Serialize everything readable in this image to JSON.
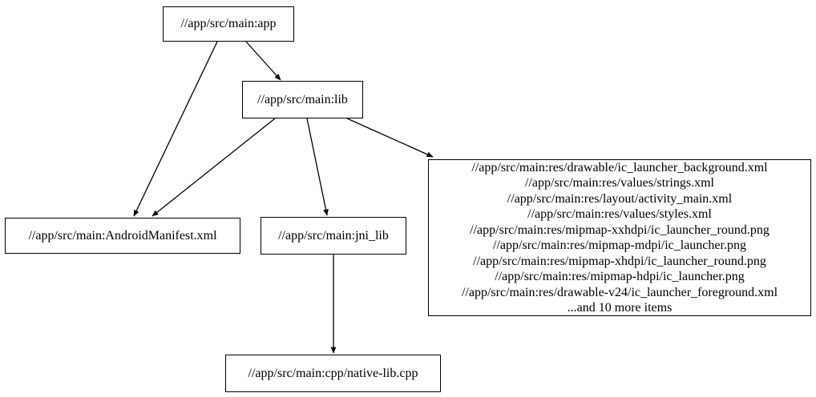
{
  "diagram": {
    "kind": "build-dependency-graph",
    "background_color": "#ffffff",
    "node_border_color": "#000000",
    "edge_color": "#000000",
    "text_color": "#000000"
  },
  "nodes": {
    "app": {
      "label": "//app/src/main:app"
    },
    "lib": {
      "label": "//app/src/main:lib"
    },
    "android_manifest": {
      "label": "//app/src/main:AndroidManifest.xml"
    },
    "jni_lib": {
      "label": "//app/src/main:jni_lib"
    },
    "resources": {
      "lines": [
        "//app/src/main:res/drawable/ic_launcher_background.xml",
        "//app/src/main:res/values/strings.xml",
        "//app/src/main:res/layout/activity_main.xml",
        "//app/src/main:res/values/styles.xml",
        "//app/src/main:res/mipmap-xxhdpi/ic_launcher_round.png",
        "//app/src/main:res/mipmap-mdpi/ic_launcher.png",
        "//app/src/main:res/mipmap-xhdpi/ic_launcher_round.png",
        "//app/src/main:res/mipmap-hdpi/ic_launcher.png",
        "//app/src/main:res/drawable-v24/ic_launcher_foreground.xml",
        "...and 10 more items"
      ]
    },
    "native_lib_cpp": {
      "label": "//app/src/main:cpp/native-lib.cpp"
    }
  },
  "edges": [
    {
      "from": "app",
      "to": "lib"
    },
    {
      "from": "app",
      "to": "android_manifest"
    },
    {
      "from": "lib",
      "to": "android_manifest"
    },
    {
      "from": "lib",
      "to": "jni_lib"
    },
    {
      "from": "lib",
      "to": "resources"
    },
    {
      "from": "jni_lib",
      "to": "native_lib_cpp"
    }
  ]
}
